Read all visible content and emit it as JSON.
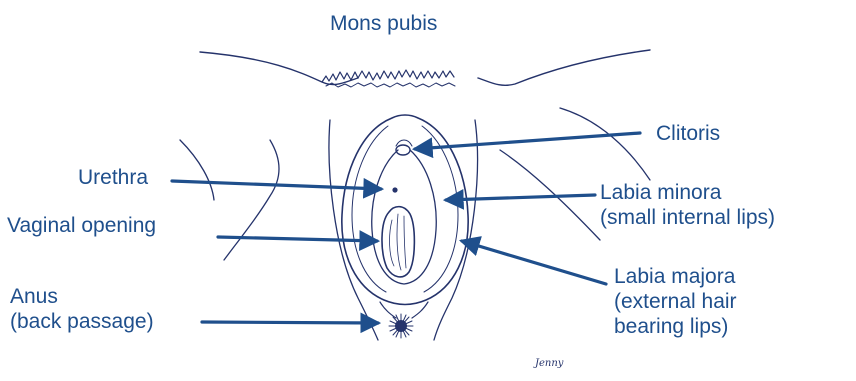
{
  "colors": {
    "text": "#1f4f8c",
    "arrow": "#1f4f8c",
    "ink": "#25336b"
  },
  "labels": {
    "mons_pubis": "Mons pubis",
    "clitoris": "Clitoris",
    "urethra": "Urethra",
    "labia_minora": [
      "Labia minora",
      "(small internal lips)"
    ],
    "vaginal_opening": "Vaginal opening",
    "labia_majora": [
      "Labia majora",
      "(external hair",
      "bearing lips)"
    ],
    "anus": [
      "Anus",
      "(back passage)"
    ]
  },
  "signature": "Jenny",
  "icons": {
    "arrow": "arrow-icon",
    "illustration": "anatomy-sketch-icon"
  }
}
